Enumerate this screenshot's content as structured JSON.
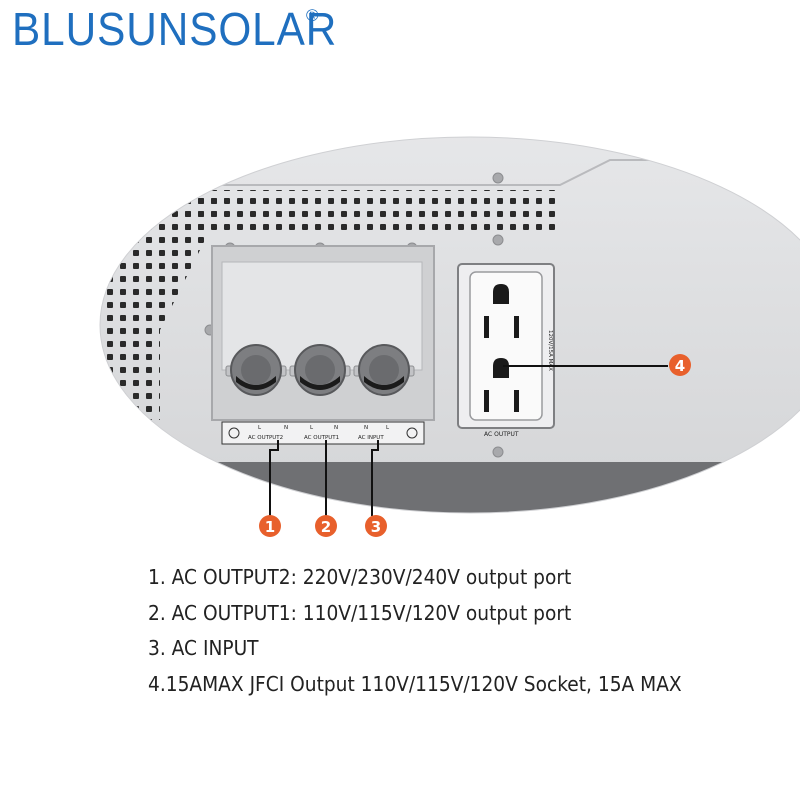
{
  "brand": {
    "logo_text": "BLUSUNSOLAR",
    "registered_mark": "®",
    "color": "#1f6fbf"
  },
  "device": {
    "panel_color": "#d9dadc",
    "terminal_labels": [
      "L",
      "N",
      "L",
      "N",
      "N",
      "L"
    ],
    "terminal_groups": [
      "AC OUTPUT2",
      "AC OUTPUT1",
      "AC INPUT"
    ],
    "socket_side_label": "120V/15A MAX",
    "socket_caption": "AC OUTPUT"
  },
  "callouts": {
    "color": "#e8602c",
    "items": [
      {
        "number": "1"
      },
      {
        "number": "2"
      },
      {
        "number": "3"
      },
      {
        "number": "4"
      }
    ]
  },
  "legend": {
    "items": [
      "1. AC OUTPUT2: 220V/230V/240V output port",
      "2. AC OUTPUT1: 110V/115V/120V output port",
      "3. AC INPUT",
      "4.15AMAX JFCI Output 110V/115V/120V Socket, 15A MAX"
    ]
  }
}
